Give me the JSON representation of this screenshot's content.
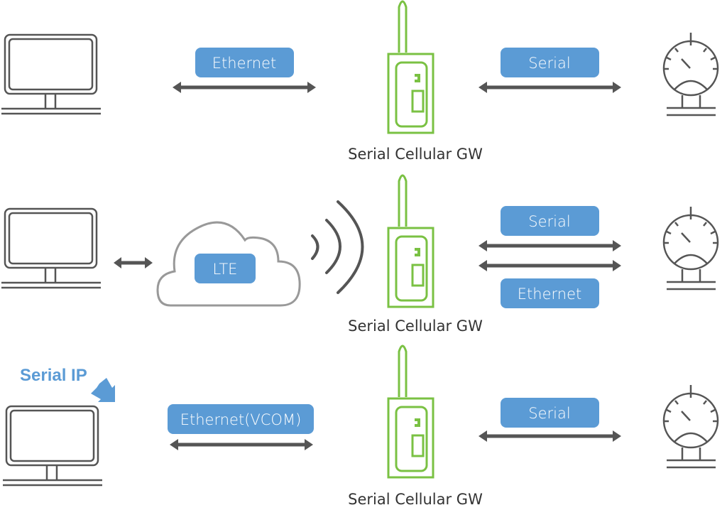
{
  "colors": {
    "pill": "#5b9bd5",
    "arrow": "#555555",
    "device_green": "#7ac143",
    "icon_gray": "#555555",
    "cloud_gray": "#999999",
    "accent_blue": "#5b9bd5"
  },
  "rows": [
    {
      "left_link_label": "Ethernet",
      "gateway_label": "Serial Cellular GW",
      "right_links": [
        {
          "label": "Serial"
        }
      ]
    },
    {
      "cloud_label": "LTE",
      "gateway_label": "Serial Cellular GW",
      "right_links": [
        {
          "label": "Serial"
        },
        {
          "label": "Ethernet"
        }
      ]
    },
    {
      "annotation": "Serial IP",
      "left_link_label": "Ethernet(VCOM)",
      "gateway_label": "Serial Cellular GW",
      "right_links": [
        {
          "label": "Serial"
        }
      ]
    }
  ]
}
